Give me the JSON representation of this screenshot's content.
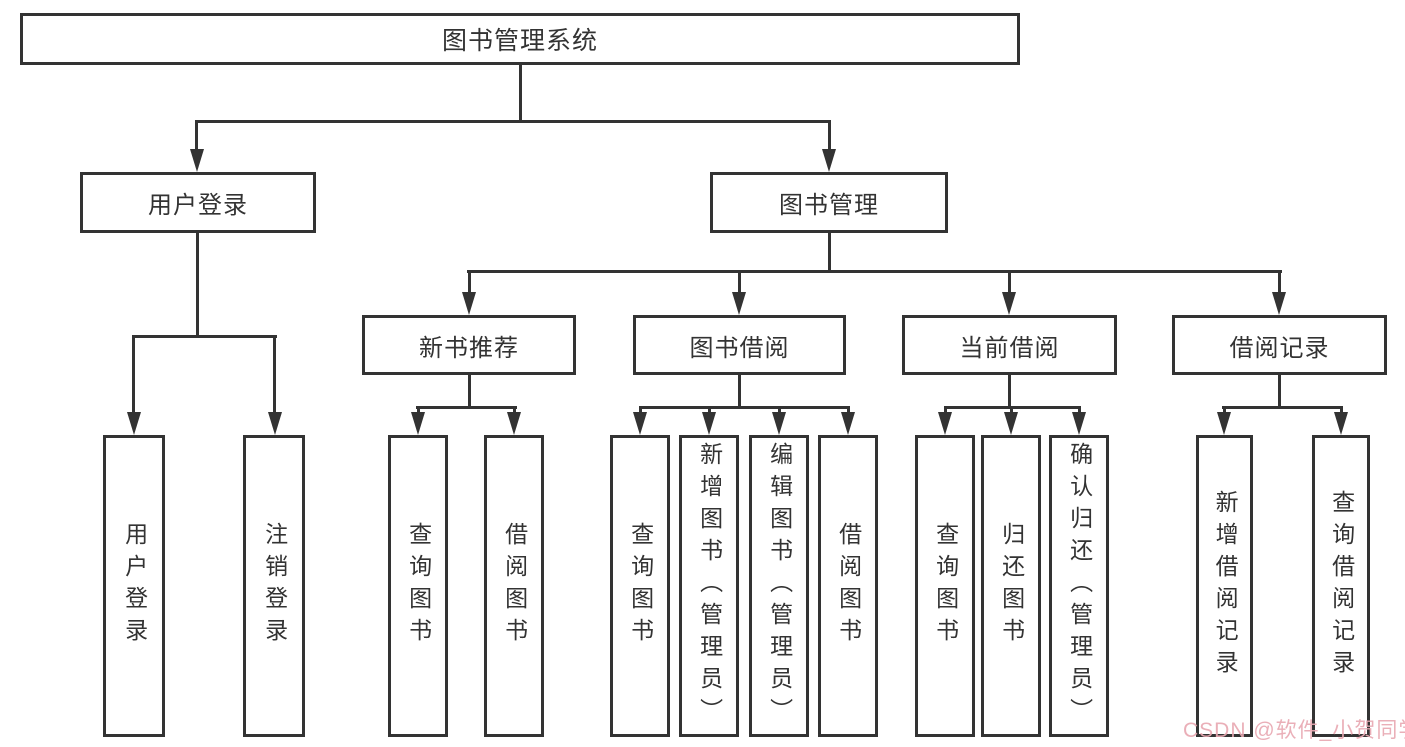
{
  "colors": {
    "line": "#333333",
    "text": "#333333",
    "watermark": "#e9a9b2",
    "bg": "#ffffff"
  },
  "tree": {
    "root": {
      "label": "图书管理系统"
    },
    "branches": [
      {
        "label": "用户登录",
        "children": [
          {
            "label": "用户登录"
          },
          {
            "label": "注销登录"
          }
        ]
      },
      {
        "label": "图书管理",
        "children": [
          {
            "label": "新书推荐",
            "children": [
              {
                "label": "查询图书"
              },
              {
                "label": "借阅图书"
              }
            ]
          },
          {
            "label": "图书借阅",
            "children": [
              {
                "label": "查询图书"
              },
              {
                "label": "新增图书（管理员）"
              },
              {
                "label": "编辑图书（管理员）"
              },
              {
                "label": "借阅图书"
              }
            ]
          },
          {
            "label": "当前借阅",
            "children": [
              {
                "label": "查询图书"
              },
              {
                "label": "归还图书"
              },
              {
                "label": "确认归还（管理员）"
              }
            ]
          },
          {
            "label": "借阅记录",
            "children": [
              {
                "label": "新增借阅记录"
              },
              {
                "label": "查询借阅记录"
              }
            ]
          }
        ]
      }
    ]
  },
  "watermark": {
    "text": "CSDN @软件_小贺同学"
  }
}
